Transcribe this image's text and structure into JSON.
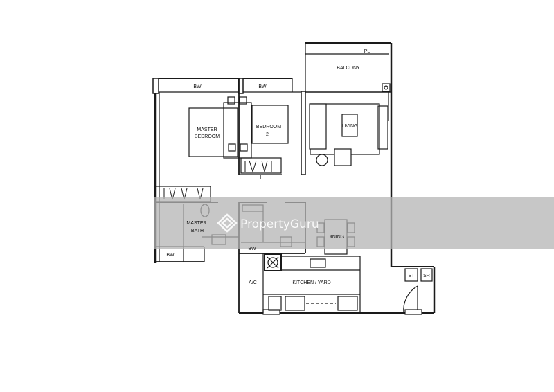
{
  "floorplan": {
    "rooms": {
      "balcony": "BALCONY",
      "pl": "PL",
      "master_bedroom_line1": "MASTER",
      "master_bedroom_line2": "BEDROOM",
      "bedroom2_line1": "BEDROOM",
      "bedroom2_line2": "2",
      "living": "LIVING",
      "master_bath_line1": "MASTER",
      "master_bath_line2": "BATH",
      "dining": "DINING",
      "kitchen_yard": "KITCHEN / YARD",
      "ac": "A/C",
      "st": "ST",
      "sr": "SR"
    },
    "bw_labels": [
      "BW",
      "BW",
      "BW",
      "BW"
    ],
    "colors": {
      "wall": "#1a1a1a",
      "watermark_band": "#b4b4b4"
    }
  },
  "watermark": {
    "text": "PropertyGuru"
  }
}
